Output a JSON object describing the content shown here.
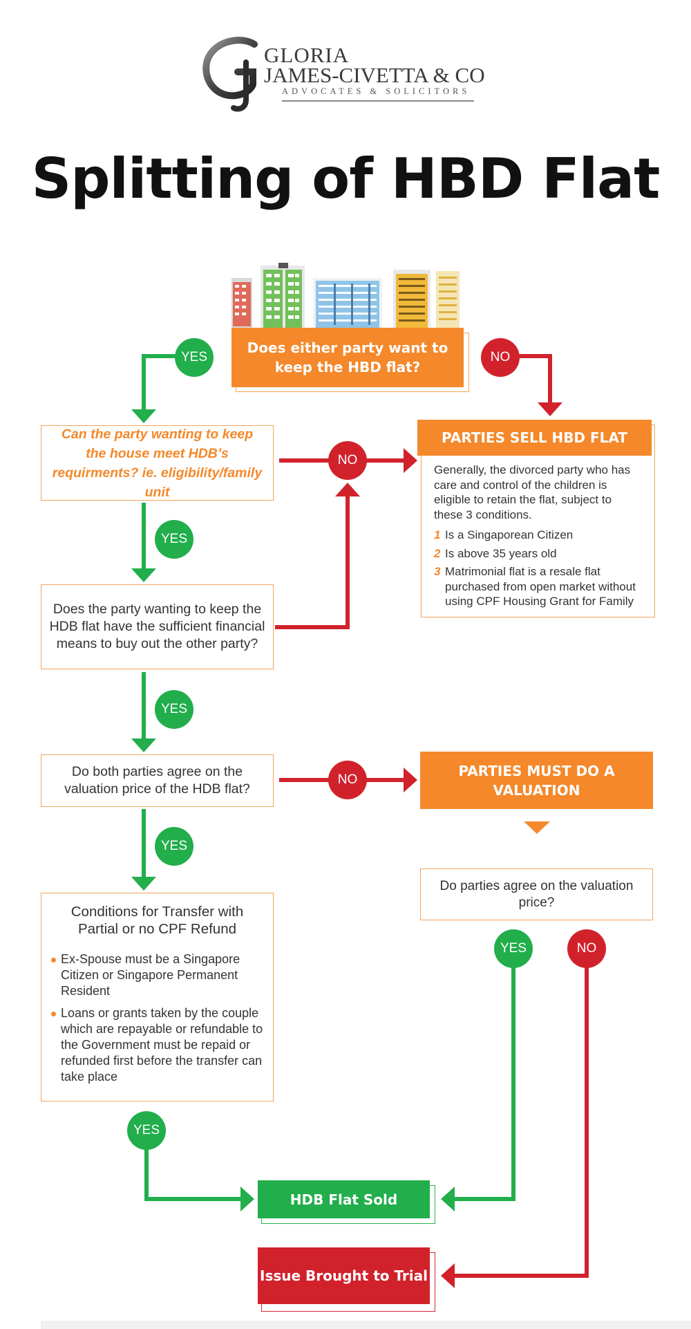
{
  "logo": {
    "line1": "GLORIA",
    "line2": "JAMES-CIVETTA & CO",
    "line3": "ADVOCATES & SOLICITORS"
  },
  "title": "Splitting of HBD Flat",
  "colors": {
    "orange": "#f4882a",
    "green": "#21ae4b",
    "red": "#d1222c"
  },
  "nodes": {
    "q1": "Does either party want to keep the HBD flat?",
    "q2": "Can the party wanting to keep the house meet HDB’s requirments? ie. eligibility/family unit",
    "q3": "Does the party wanting to keep the HDB flat have the sufficient financial means to buy out the other party?",
    "q4": "Do both parties agree on the valuation price of the HDB flat?",
    "sell": {
      "heading": "PARTIES SELL HBD FLAT",
      "intro": "Generally, the divorced party who has care and control of the children is eligible to retain the flat, subject to these 3 conditions.",
      "conditions": [
        {
          "num": "1",
          "text": "Is a Singaporean Citizen"
        },
        {
          "num": "2",
          "text": "Is above 35 years old"
        },
        {
          "num": "3",
          "text": "Matrimonial flat is a resale flat purchased from open market without using CPF Housing Grant for Family"
        }
      ]
    },
    "valuation": "PARTIES MUST DO A VALUATION",
    "valuation_q": "Do parties agree on the valuation price?",
    "transfer": {
      "title": "Conditions for Transfer with Partial or no CPF Refund",
      "items": [
        "Ex-Spouse must be a Singapore Citizen or Singapore Permanent Resident",
        "Loans or grants taken by the couple which are repayable or refundable to the Government must be repaid or refunded first before the transfer can take place"
      ]
    },
    "sold": "HDB Flat Sold",
    "trial": "Issue Brought to Trial"
  },
  "labels": {
    "yes": "YES",
    "no": "NO"
  }
}
